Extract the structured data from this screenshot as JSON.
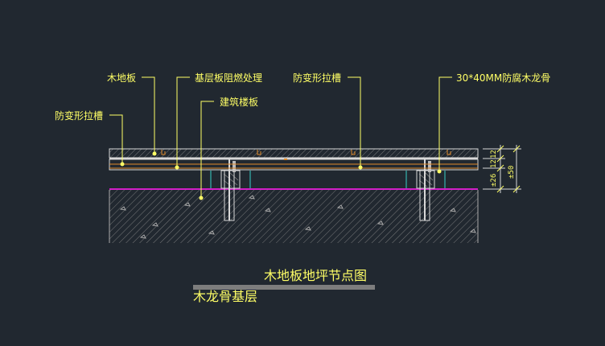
{
  "colors": {
    "background": "#212830",
    "label": "#ffff66",
    "line": "#d8d8d8",
    "orange": "#e08a2a",
    "magenta": "#d21ec8",
    "cyan": "#37d0c8",
    "title_bar": "#7d7d7d"
  },
  "labels": {
    "wood_floor": "木地板",
    "base_board": "基层板阻燃处理",
    "building_slab": "建筑楼板",
    "groove_left": "防变形拉槽",
    "groove_right": "防变形拉槽",
    "keel": "30*40MM防腐木龙骨"
  },
  "dimensions": {
    "d12": "12",
    "d12b": "12",
    "d26": "±26",
    "d50": "±50"
  },
  "titles": {
    "main": "木地板地坪节点图",
    "sub": "木龙骨基层"
  }
}
